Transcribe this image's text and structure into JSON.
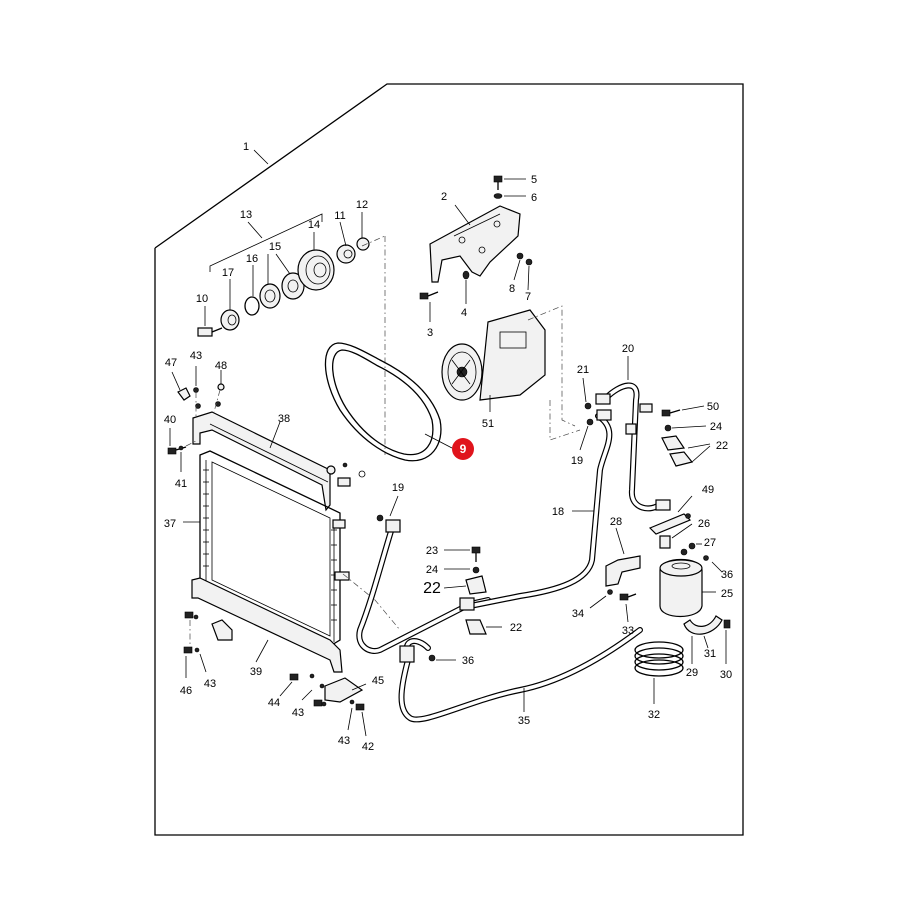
{
  "diagram": {
    "highlight_color": "#e0141c",
    "highlighted_callout": "9",
    "callouts": {
      "c1": "1",
      "c2": "2",
      "c3": "3",
      "c4": "4",
      "c5": "5",
      "c6": "6",
      "c7": "7",
      "c8": "8",
      "c9": "9",
      "c10": "10",
      "c11": "11",
      "c12": "12",
      "c13": "13",
      "c14": "14",
      "c15": "15",
      "c16": "16",
      "c17": "17",
      "c18": "18",
      "c19a": "19",
      "c19b": "19",
      "c20": "20",
      "c21": "21",
      "c22a": "22",
      "c22b": "22",
      "c22c": "22",
      "c23": "23",
      "c24a": "24",
      "c24b": "24",
      "c25": "25",
      "c26": "26",
      "c27": "27",
      "c28": "28",
      "c29": "29",
      "c30": "30",
      "c31": "31",
      "c32": "32",
      "c33": "33",
      "c34": "34",
      "c35": "35",
      "c36a": "36",
      "c36b": "36",
      "c37": "37",
      "c38": "38",
      "c39": "39",
      "c40": "40",
      "c41": "41",
      "c42": "42",
      "c43a": "43",
      "c43b": "43",
      "c43c": "43",
      "c43d": "43",
      "c44": "44",
      "c45": "45",
      "c46": "46",
      "c47": "47",
      "c48": "48",
      "c49": "49",
      "c50": "50",
      "c51": "51"
    }
  }
}
